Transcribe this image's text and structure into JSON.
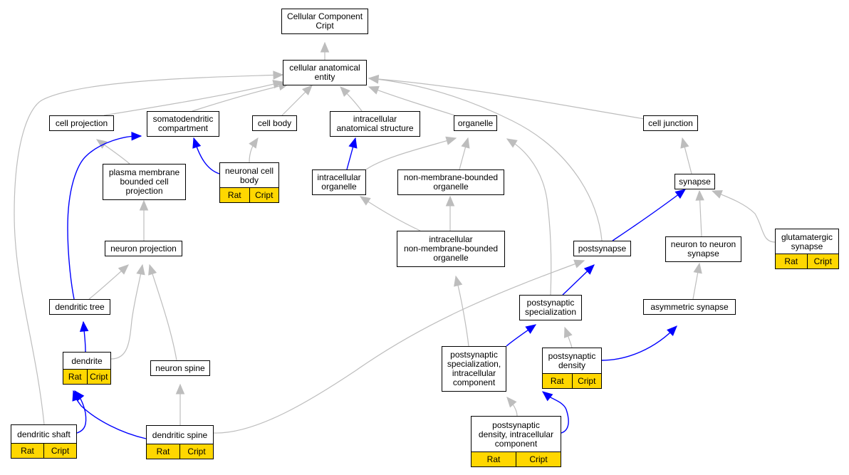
{
  "diagram": {
    "nodes": [
      {
        "id": "root",
        "label": "Cellular Component\nCript",
        "tags": []
      },
      {
        "id": "cae",
        "label": "cellular anatomical\nentity",
        "tags": []
      },
      {
        "id": "cellproj",
        "label": "cell projection",
        "tags": []
      },
      {
        "id": "somato",
        "label": "somatodendritic\ncompartment",
        "tags": []
      },
      {
        "id": "cellbody",
        "label": "cell body",
        "tags": []
      },
      {
        "id": "ias",
        "label": "intracellular\nanatomical structure",
        "tags": []
      },
      {
        "id": "organelle",
        "label": "organelle",
        "tags": []
      },
      {
        "id": "celljunction",
        "label": "cell junction",
        "tags": []
      },
      {
        "id": "pmbcp",
        "label": "plasma membrane\nbounded cell\nprojection",
        "tags": []
      },
      {
        "id": "ncb",
        "label": "neuronal cell\nbody",
        "tags": [
          "Rat",
          "Cript"
        ]
      },
      {
        "id": "iorg",
        "label": "intracellular\norganelle",
        "tags": []
      },
      {
        "id": "nmbo",
        "label": "non-membrane-bounded\norganelle",
        "tags": []
      },
      {
        "id": "synapse",
        "label": "synapse",
        "tags": []
      },
      {
        "id": "nproj",
        "label": "neuron projection",
        "tags": []
      },
      {
        "id": "inmbo",
        "label": "intracellular\nnon-membrane-bounded\norganelle",
        "tags": []
      },
      {
        "id": "postsynapse",
        "label": "postsynapse",
        "tags": []
      },
      {
        "id": "n2n",
        "label": "neuron to neuron\nsynapse",
        "tags": []
      },
      {
        "id": "glut",
        "label": "glutamatergic\nsynapse",
        "tags": [
          "Rat",
          "Cript"
        ]
      },
      {
        "id": "dtree",
        "label": "dendritic tree",
        "tags": []
      },
      {
        "id": "pspec",
        "label": "postsynaptic\nspecialization",
        "tags": []
      },
      {
        "id": "asym",
        "label": "asymmetric synapse",
        "tags": []
      },
      {
        "id": "dendrite",
        "label": "dendrite",
        "tags": [
          "Rat",
          "Cript"
        ]
      },
      {
        "id": "nspine",
        "label": "neuron spine",
        "tags": []
      },
      {
        "id": "psic",
        "label": "postsynaptic\nspecialization,\nintracellular\ncomponent",
        "tags": []
      },
      {
        "id": "pden",
        "label": "postsynaptic\ndensity",
        "tags": [
          "Rat",
          "Cript"
        ]
      },
      {
        "id": "dshaft",
        "label": "dendritic shaft",
        "tags": [
          "Rat",
          "Cript"
        ]
      },
      {
        "id": "dspine",
        "label": "dendritic spine",
        "tags": [
          "Rat",
          "Cript"
        ]
      },
      {
        "id": "pdic",
        "label": "postsynaptic\ndensity, intracellular\ncomponent",
        "tags": [
          "Rat",
          "Cript"
        ]
      }
    ],
    "edge_colors": {
      "is_a": "#bdbdbd",
      "part_of": "#0000ff"
    },
    "edges": [
      {
        "from": "cae",
        "to": "root",
        "type": "is_a"
      },
      {
        "from": "cellproj",
        "to": "cae",
        "type": "is_a"
      },
      {
        "from": "somato",
        "to": "cae",
        "type": "is_a"
      },
      {
        "from": "cellbody",
        "to": "cae",
        "type": "is_a"
      },
      {
        "from": "ias",
        "to": "cae",
        "type": "is_a"
      },
      {
        "from": "organelle",
        "to": "cae",
        "type": "is_a"
      },
      {
        "from": "celljunction",
        "to": "cae",
        "type": "is_a"
      },
      {
        "from": "postsynapse",
        "to": "cae",
        "type": "is_a"
      },
      {
        "from": "dshaft",
        "to": "cae",
        "type": "is_a"
      },
      {
        "from": "pmbcp",
        "to": "cellproj",
        "type": "is_a"
      },
      {
        "from": "ncb",
        "to": "somato",
        "type": "part_of"
      },
      {
        "from": "ncb",
        "to": "cellbody",
        "type": "is_a"
      },
      {
        "from": "iorg",
        "to": "ias",
        "type": "part_of"
      },
      {
        "from": "iorg",
        "to": "organelle",
        "type": "is_a"
      },
      {
        "from": "nmbo",
        "to": "organelle",
        "type": "is_a"
      },
      {
        "from": "synapse",
        "to": "celljunction",
        "type": "is_a"
      },
      {
        "from": "nproj",
        "to": "pmbcp",
        "type": "is_a"
      },
      {
        "from": "inmbo",
        "to": "iorg",
        "type": "is_a"
      },
      {
        "from": "inmbo",
        "to": "nmbo",
        "type": "is_a"
      },
      {
        "from": "postsynapse",
        "to": "synapse",
        "type": "part_of"
      },
      {
        "from": "n2n",
        "to": "synapse",
        "type": "is_a"
      },
      {
        "from": "glut",
        "to": "synapse",
        "type": "is_a"
      },
      {
        "from": "dtree",
        "to": "somato",
        "type": "part_of"
      },
      {
        "from": "dtree",
        "to": "nproj",
        "type": "is_a"
      },
      {
        "from": "pspec",
        "to": "organelle",
        "type": "is_a"
      },
      {
        "from": "pspec",
        "to": "postsynapse",
        "type": "part_of"
      },
      {
        "from": "asym",
        "to": "n2n",
        "type": "is_a"
      },
      {
        "from": "dendrite",
        "to": "dtree",
        "type": "part_of"
      },
      {
        "from": "dendrite",
        "to": "nproj",
        "type": "is_a"
      },
      {
        "from": "nspine",
        "to": "nproj",
        "type": "is_a"
      },
      {
        "from": "psic",
        "to": "inmbo",
        "type": "is_a"
      },
      {
        "from": "psic",
        "to": "pspec",
        "type": "part_of"
      },
      {
        "from": "pden",
        "to": "pspec",
        "type": "is_a"
      },
      {
        "from": "pden",
        "to": "asym",
        "type": "part_of"
      },
      {
        "from": "dshaft",
        "to": "dendrite",
        "type": "part_of"
      },
      {
        "from": "dspine",
        "to": "nspine",
        "type": "is_a"
      },
      {
        "from": "dspine",
        "to": "dendrite",
        "type": "part_of"
      },
      {
        "from": "dspine",
        "to": "postsynapse",
        "type": "is_a"
      },
      {
        "from": "pdic",
        "to": "psic",
        "type": "is_a"
      },
      {
        "from": "pdic",
        "to": "pden",
        "type": "part_of"
      }
    ]
  }
}
